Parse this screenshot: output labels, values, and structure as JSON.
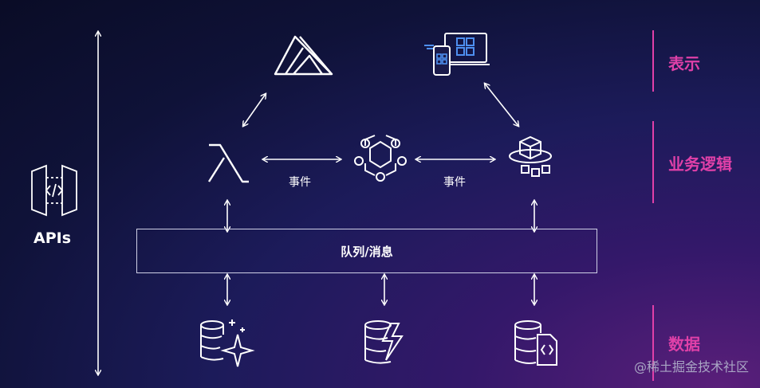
{
  "labels": {
    "apis": "APIs",
    "event_left": "事件",
    "event_right": "事件",
    "queue": "队列/消息",
    "watermark": "@稀土掘金技术社区"
  },
  "layers": {
    "presentation": "表示",
    "business_logic": "业务逻辑",
    "data": "数据"
  },
  "icons": [
    "api-gateway-icon",
    "amplify-icon",
    "devices-icon",
    "lambda-icon",
    "eventbridge-icon",
    "app-sync-icon",
    "database-sparkle-icon",
    "database-lightning-icon",
    "database-document-icon"
  ],
  "colors": {
    "accent": "#e040a8",
    "line": "#ffffff",
    "background_dark": "#0a0c26",
    "background_glow": "#5a1f7a"
  }
}
